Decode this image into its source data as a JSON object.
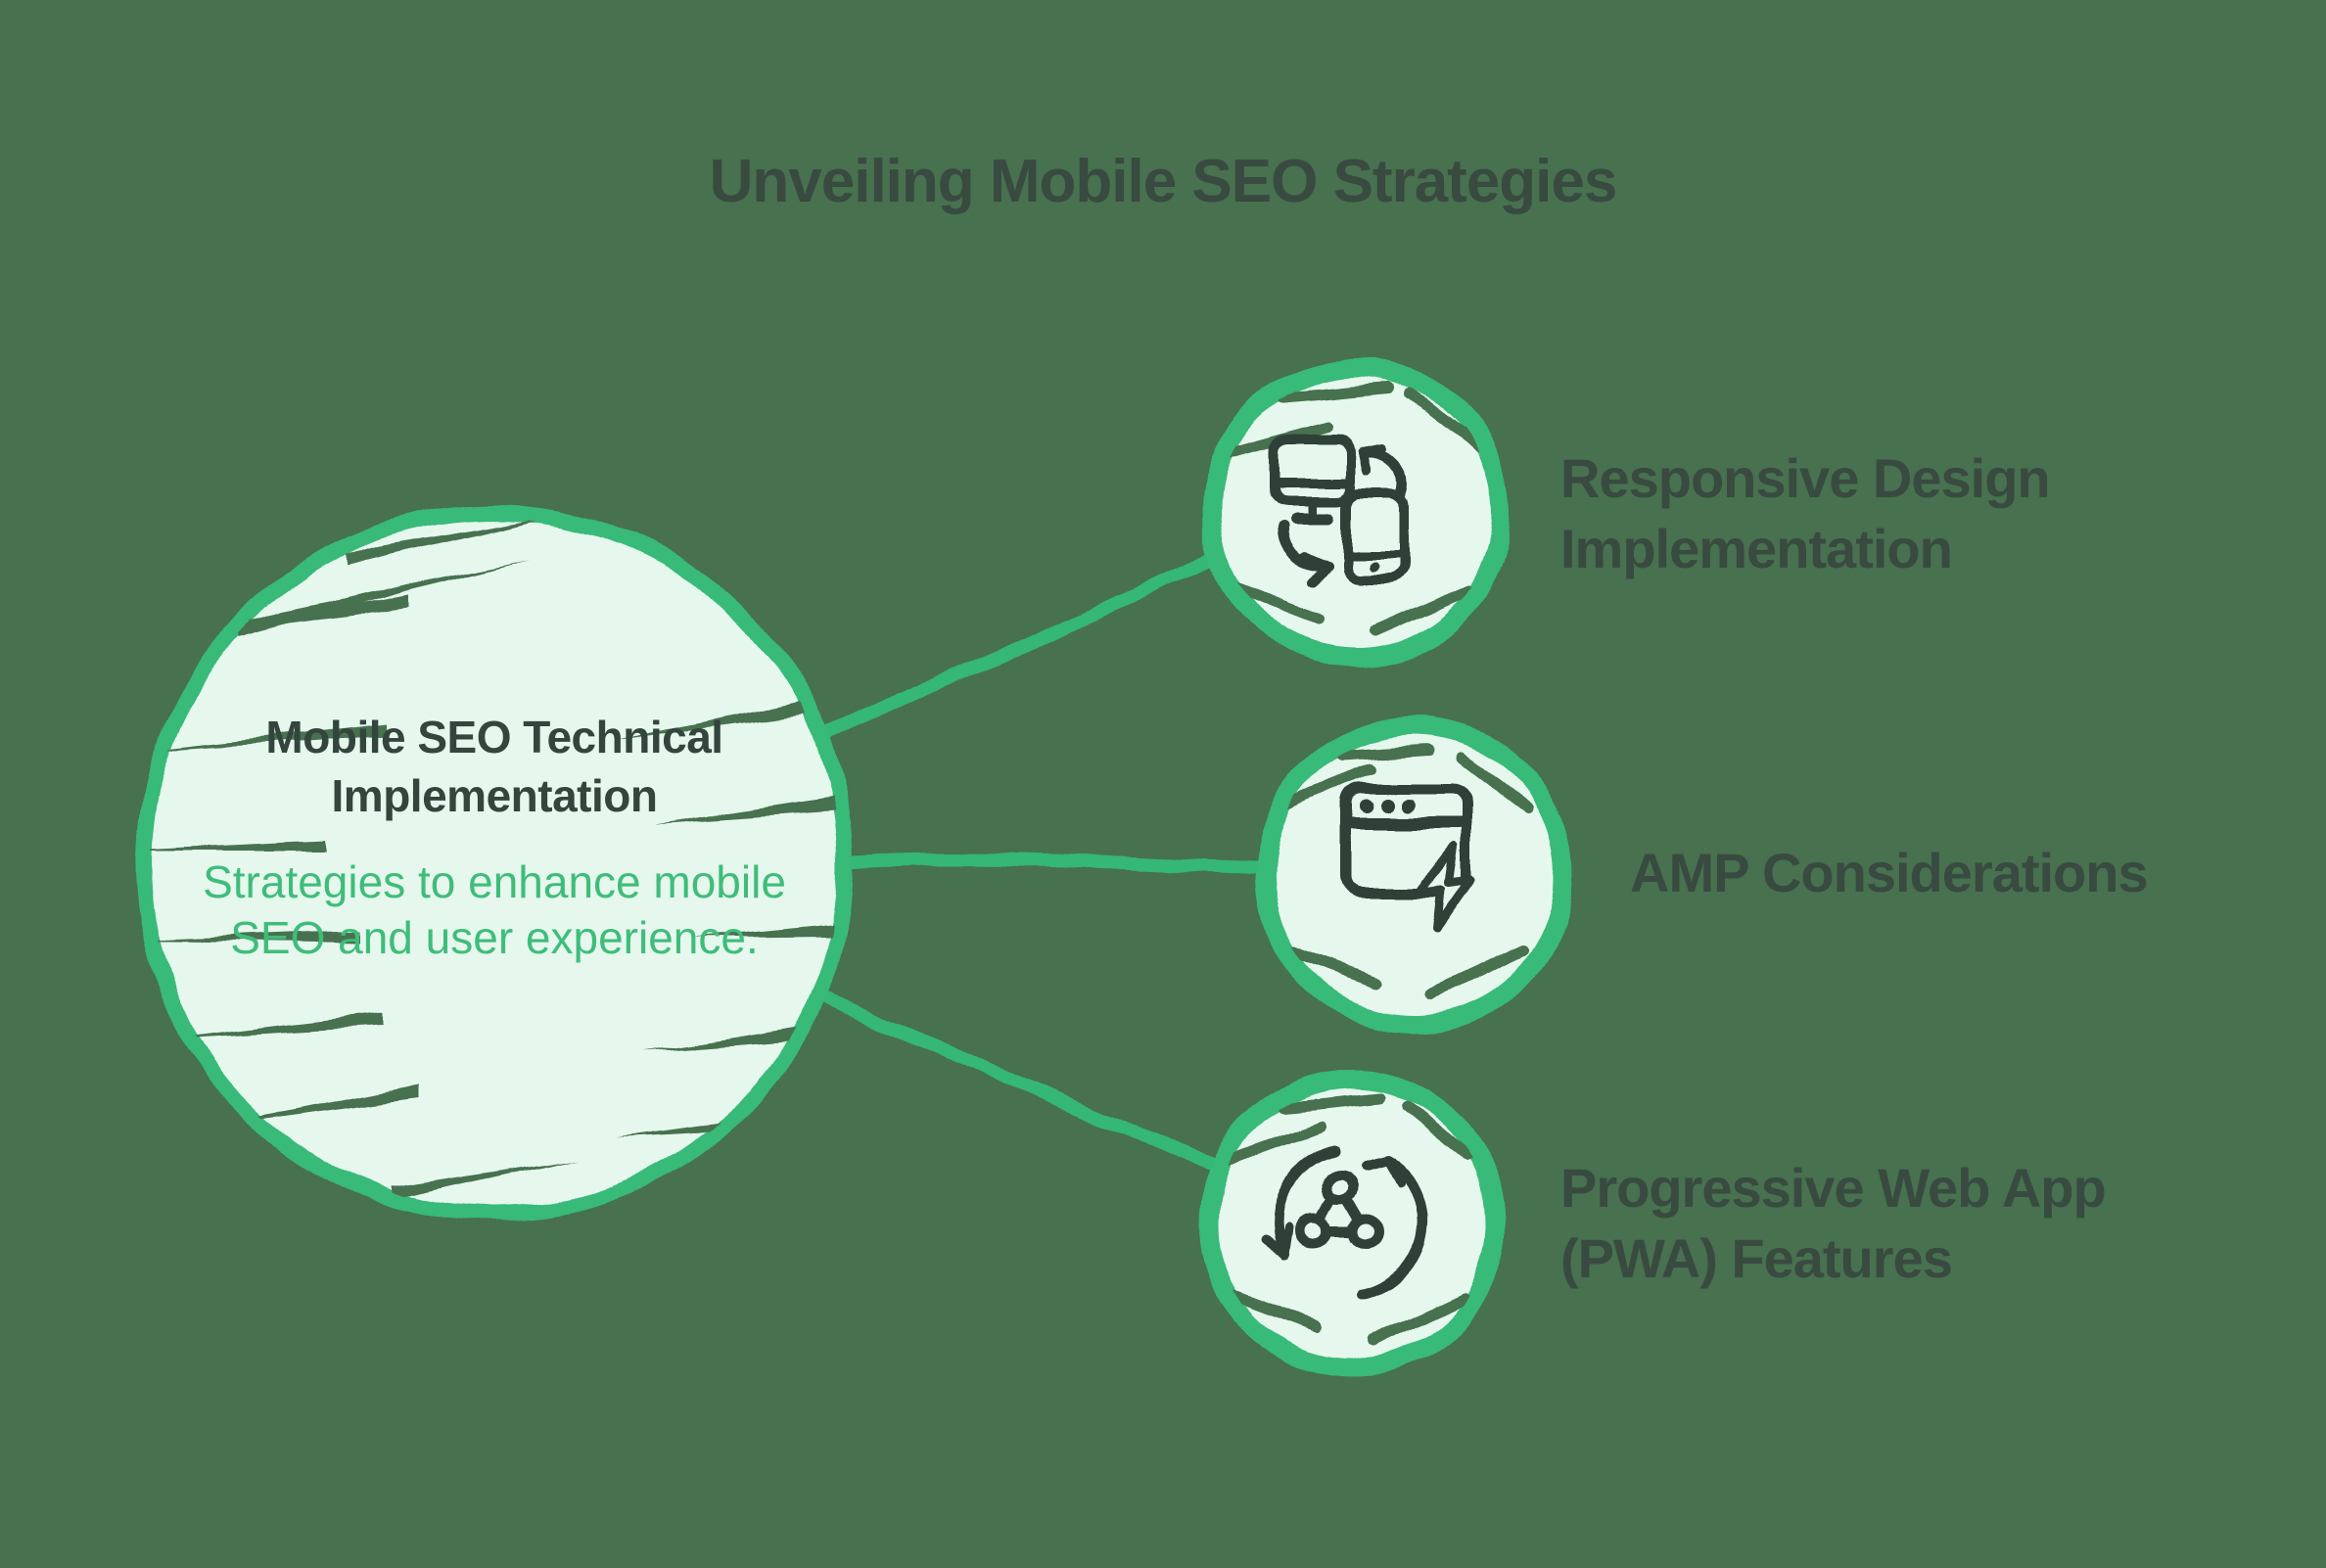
{
  "title": "Unveiling Mobile SEO Strategies",
  "hub": {
    "title": "Mobile SEO Technical Implementation",
    "description": "Strategies to enhance mobile SEO and user experience."
  },
  "nodes": [
    {
      "label": "Responsive Design Implementation",
      "icon": "responsive-design-icon"
    },
    {
      "label": "AMP Considerations",
      "icon": "amp-icon"
    },
    {
      "label": "Progressive Web App (PWA) Features",
      "icon": "pwa-sync-icon"
    }
  ],
  "colors": {
    "background": "#47714f",
    "accent_green": "#35b776",
    "circle_fill": "#e6f7ed",
    "dark_text": "#394a40",
    "green_text": "#3ebd7a",
    "icon_stroke": "#2e4037"
  }
}
